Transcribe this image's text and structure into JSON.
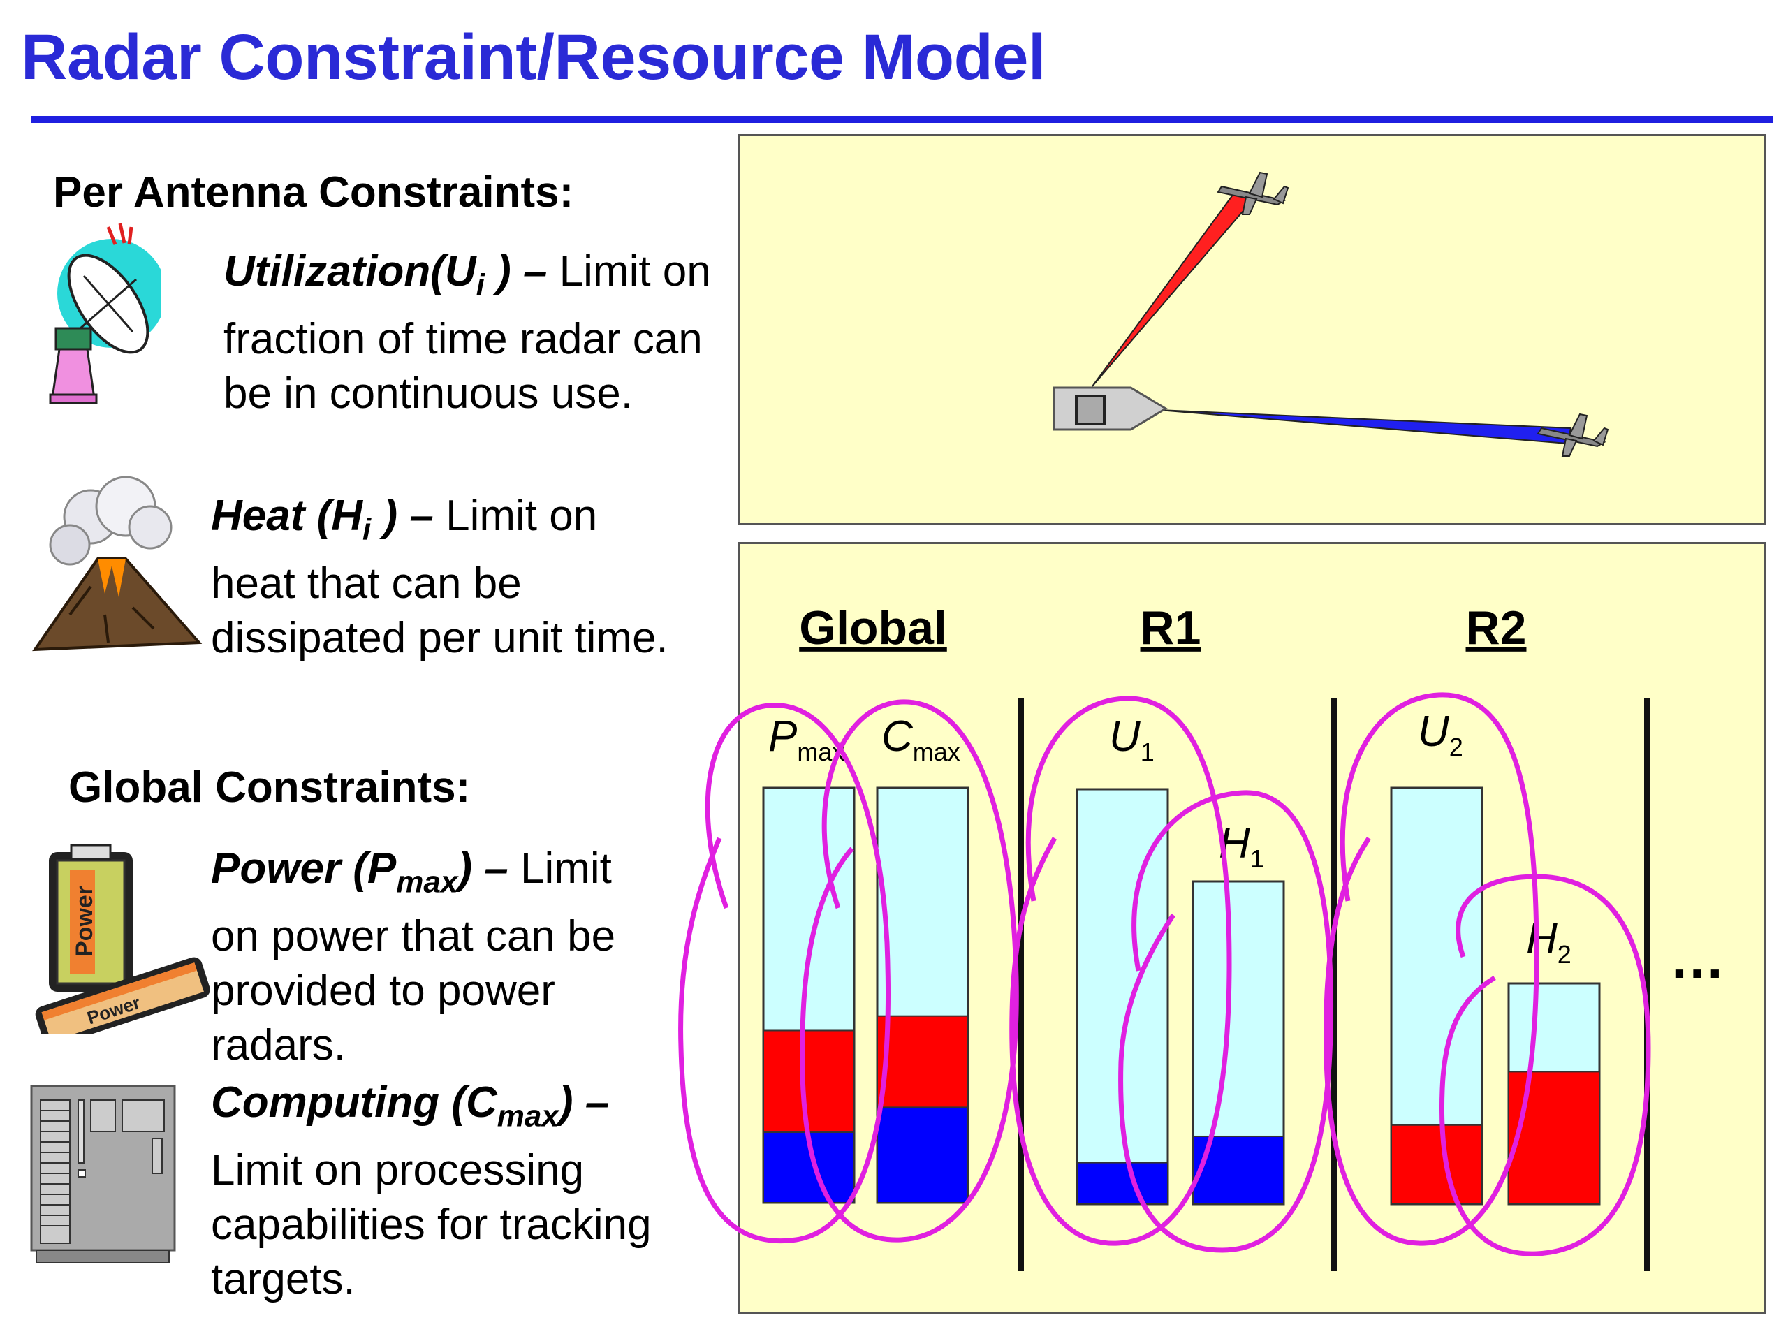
{
  "title": "Radar Constraint/Resource Model",
  "per_antenna": {
    "heading": "Per Antenna Constraints:",
    "utilization": {
      "term": "Utilization(U",
      "sub": "i",
      "term_end": " ) –",
      "desc1": " Limit on",
      "desc2": "fraction of time radar can",
      "desc3": "be in continuous use."
    },
    "heat": {
      "term": "Heat (H",
      "sub": "i",
      "term_end": " ) –",
      "desc1": " Limit on",
      "desc2": "heat that can be",
      "desc3": "dissipated per unit time."
    }
  },
  "global": {
    "heading": "Global Constraints:",
    "power": {
      "term": "Power (P",
      "sub": "max",
      "term_end": ") –",
      "desc1": " Limit",
      "desc2": "on power that can be",
      "desc3": "provided to power",
      "desc4": "radars."
    },
    "computing": {
      "term": "Computing (C",
      "sub": "max",
      "term_end": ") –",
      "desc1": "Limit on processing",
      "desc2": "capabilities for tracking",
      "desc3": "targets."
    }
  },
  "icon_labels": {
    "battery_big": "Power",
    "battery_small": "Power"
  },
  "diagram": {
    "groups": {
      "global": "Global",
      "r1": "R1",
      "r2": "R2"
    },
    "bars": [
      {
        "id": "pmax",
        "var": "P",
        "sub": "max",
        "red": 0.245,
        "blue": 0.17
      },
      {
        "id": "cmax",
        "var": "C",
        "sub": "max",
        "red": 0.22,
        "blue": 0.23
      },
      {
        "id": "u1",
        "var": "U",
        "sub": "1",
        "red": 0.0,
        "blue": 0.1
      },
      {
        "id": "h1",
        "var": "H",
        "sub": "1",
        "red": 0.0,
        "blue": 0.21
      },
      {
        "id": "u2",
        "var": "U",
        "sub": "2",
        "red": 0.19,
        "blue": 0.0
      },
      {
        "id": "h2",
        "var": "H",
        "sub": "2",
        "red": 0.6,
        "blue": 0.0
      }
    ],
    "ellipsis": "…",
    "colors": {
      "bar_bg": "#ccffff",
      "red": "#ff0000",
      "blue": "#0000ff",
      "loop": "#e020e0",
      "panel": "#ffffc8"
    }
  }
}
